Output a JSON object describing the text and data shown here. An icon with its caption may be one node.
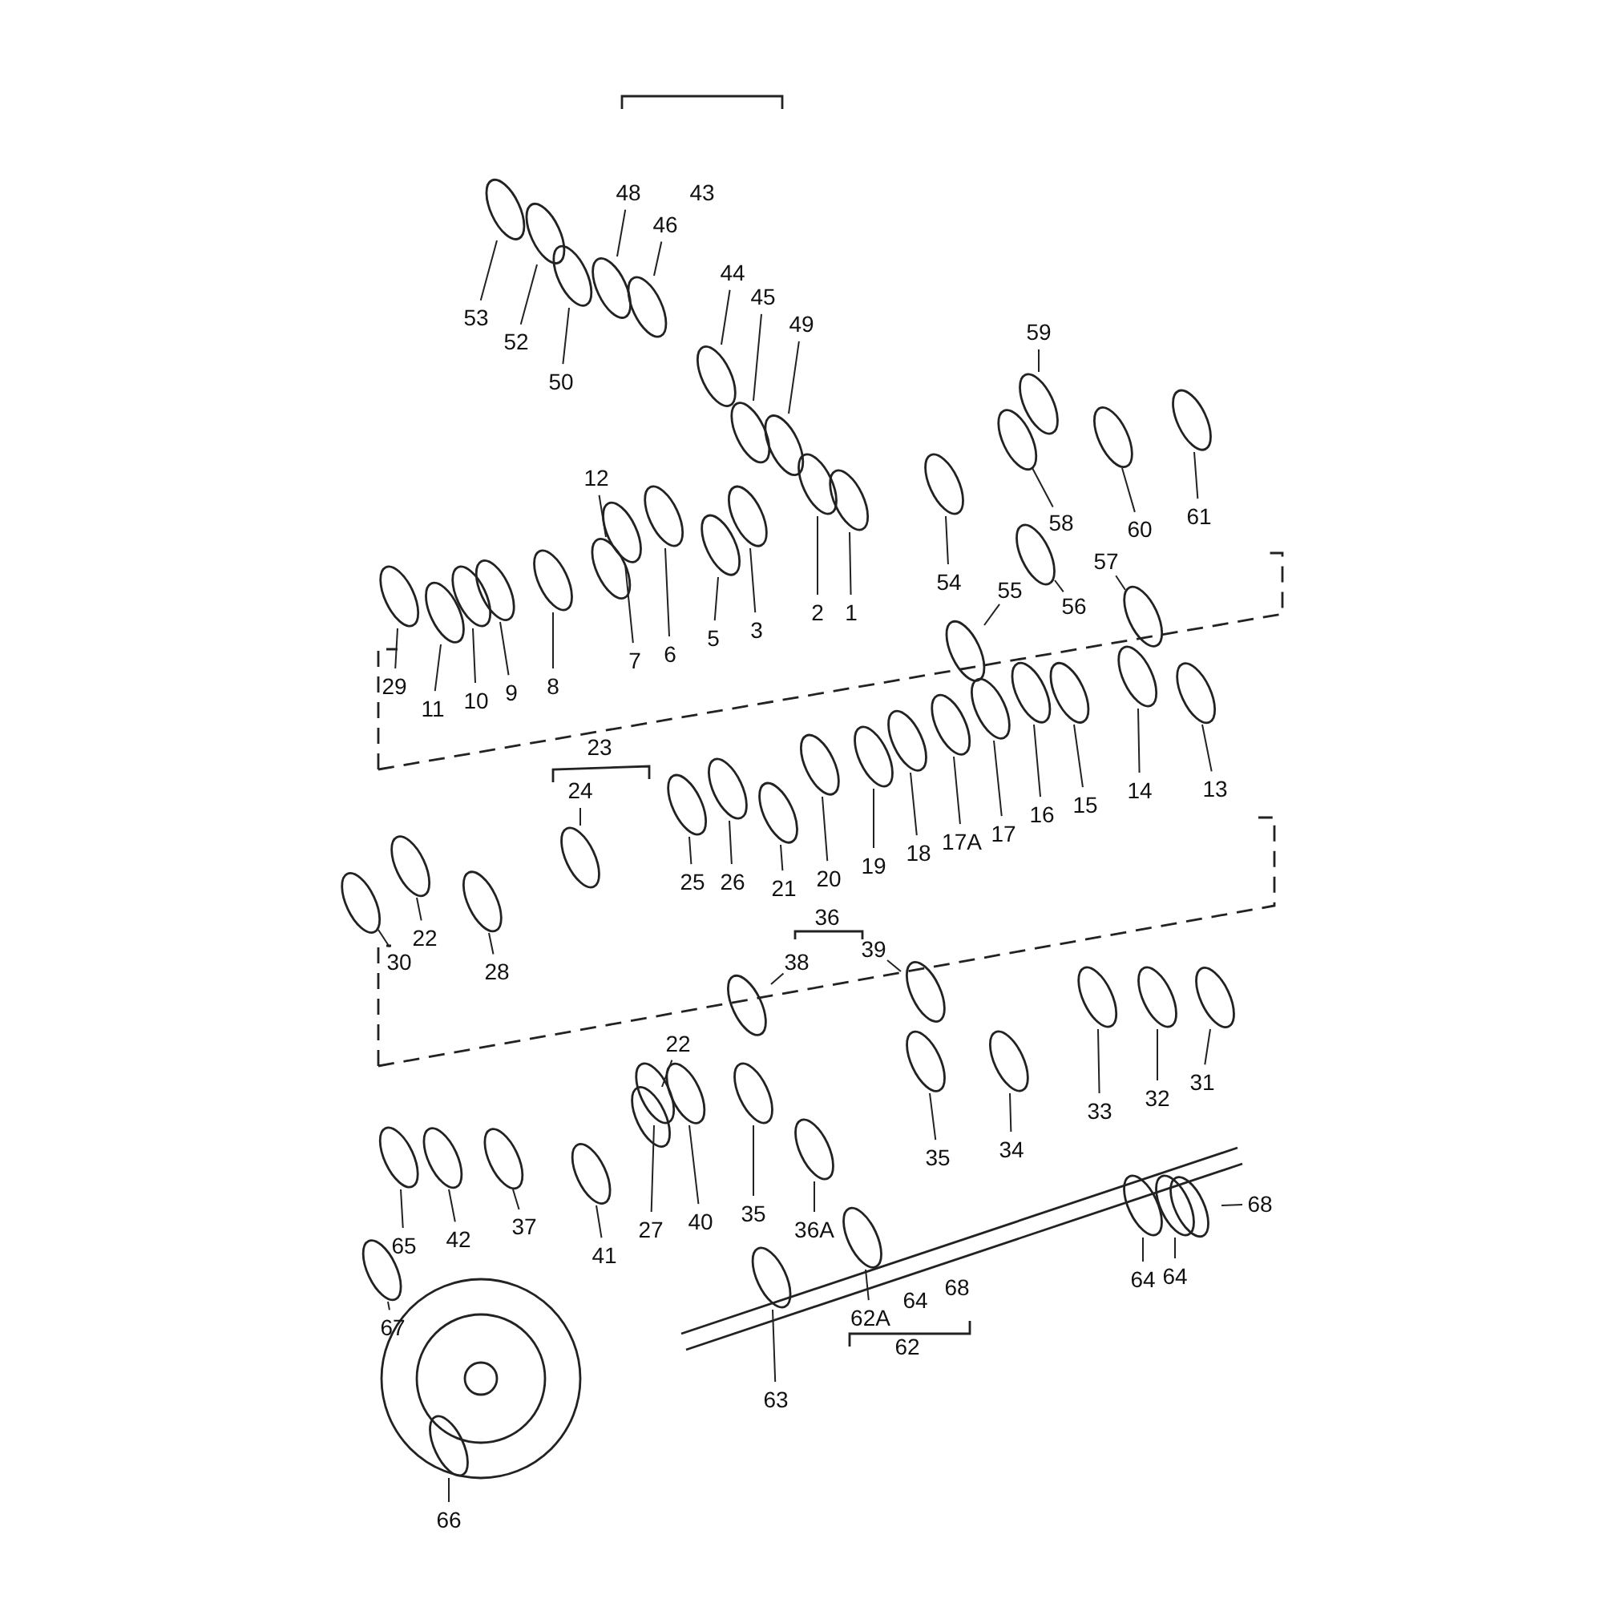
{
  "diagram": {
    "nodes": [
      {
        "text": [
          "48"
        ]
      },
      {
        "text": [
          "46"
        ]
      },
      {
        "text": [
          "44"
        ]
      },
      {
        "text": [
          "45"
        ]
      },
      {
        "text": [
          "53"
        ]
      },
      {
        "text": [
          "49"
        ]
      },
      {
        "text": [
          "59"
        ]
      },
      {
        "text": [
          "52"
        ]
      },
      {
        "text": [
          "50"
        ]
      },
      {
        "text": [
          "12"
        ]
      },
      {
        "text": [
          "61"
        ]
      },
      {
        "text": [
          "58"
        ]
      },
      {
        "text": [
          "60"
        ]
      },
      {
        "text": [
          "57"
        ]
      },
      {
        "text": [
          "54"
        ]
      },
      {
        "text": [
          "55"
        ]
      },
      {
        "text": [
          "56"
        ]
      },
      {
        "text": [
          "1"
        ]
      },
      {
        "text": [
          "2"
        ]
      },
      {
        "text": [
          "3"
        ]
      },
      {
        "text": [
          "5"
        ]
      },
      {
        "text": [
          "6"
        ]
      },
      {
        "text": [
          "7"
        ]
      },
      {
        "text": [
          "29"
        ]
      },
      {
        "text": [
          "8"
        ]
      },
      {
        "text": [
          "9"
        ]
      },
      {
        "text": [
          "10"
        ]
      },
      {
        "text": [
          "11"
        ]
      },
      {
        "text": [
          "13"
        ]
      },
      {
        "text": [
          "14"
        ]
      },
      {
        "text": [
          "24"
        ]
      },
      {
        "text": [
          "15"
        ]
      },
      {
        "text": [
          "16"
        ]
      },
      {
        "text": [
          "17"
        ]
      },
      {
        "text": [
          "17A"
        ]
      },
      {
        "text": [
          "18"
        ]
      },
      {
        "text": [
          "19"
        ]
      },
      {
        "text": [
          "20"
        ]
      },
      {
        "text": [
          "25"
        ]
      },
      {
        "text": [
          "26"
        ]
      },
      {
        "text": [
          "21"
        ]
      },
      {
        "text": [
          "22"
        ]
      },
      {
        "text": [
          "39"
        ]
      },
      {
        "text": [
          "38"
        ]
      },
      {
        "text": [
          "30"
        ]
      },
      {
        "text": [
          "28"
        ]
      },
      {
        "text": [
          "22"
        ]
      },
      {
        "text": [
          "31"
        ]
      },
      {
        "text": [
          "32"
        ]
      },
      {
        "text": [
          "33"
        ]
      },
      {
        "text": [
          "34"
        ]
      },
      {
        "text": [
          "35"
        ]
      },
      {
        "text": [
          "68"
        ]
      },
      {
        "text": [
          "35"
        ]
      },
      {
        "text": [
          "40"
        ]
      },
      {
        "text": [
          "27"
        ]
      },
      {
        "text": [
          "36A"
        ]
      },
      {
        "text": [
          "37"
        ]
      },
      {
        "text": [
          "42"
        ]
      },
      {
        "text": [
          "65"
        ]
      },
      {
        "text": [
          "41"
        ]
      },
      {
        "text": [
          "64"
        ]
      },
      {
        "text": [
          "64"
        ]
      },
      {
        "text": [
          "62A"
        ]
      },
      {
        "text": [
          "67"
        ]
      },
      {
        "text": [
          "63"
        ]
      },
      {
        "text": [
          "66"
        ]
      }
    ],
    "edges": [
      {
        "from": 0,
        "to": null,
        "arrow": "none"
      },
      {
        "from": 1,
        "to": null,
        "arrow": "none"
      },
      {
        "from": 2,
        "to": null,
        "arrow": "none"
      },
      {
        "from": 3,
        "to": null,
        "arrow": "none"
      },
      {
        "from": 4,
        "to": null,
        "arrow": "none"
      },
      {
        "from": 5,
        "to": null,
        "arrow": "none"
      },
      {
        "from": 6,
        "to": null,
        "arrow": "none"
      },
      {
        "from": 7,
        "to": null,
        "arrow": "none"
      },
      {
        "from": 8,
        "to": null,
        "arrow": "none"
      },
      {
        "from": 9,
        "to": null,
        "arrow": "none"
      },
      {
        "from": 10,
        "to": null,
        "arrow": "none"
      },
      {
        "from": 11,
        "to": null,
        "arrow": "none"
      },
      {
        "from": 12,
        "to": null,
        "arrow": "none"
      },
      {
        "from": 13,
        "to": null,
        "arrow": "none"
      },
      {
        "from": 14,
        "to": null,
        "arrow": "none"
      },
      {
        "from": 15,
        "to": null,
        "arrow": "none"
      },
      {
        "from": 16,
        "to": null,
        "arrow": "none"
      },
      {
        "from": 17,
        "to": null,
        "arrow": "none"
      },
      {
        "from": 18,
        "to": null,
        "arrow": "none"
      },
      {
        "from": 19,
        "to": null,
        "arrow": "none"
      },
      {
        "from": 20,
        "to": null,
        "arrow": "none"
      },
      {
        "from": 21,
        "to": null,
        "arrow": "none"
      },
      {
        "from": 22,
        "to": null,
        "arrow": "none"
      },
      {
        "from": 23,
        "to": null,
        "arrow": "none"
      },
      {
        "from": 24,
        "to": null,
        "arrow": "none"
      },
      {
        "from": 25,
        "to": null,
        "arrow": "none"
      },
      {
        "from": 26,
        "to": null,
        "arrow": "none"
      },
      {
        "from": 27,
        "to": null,
        "arrow": "none"
      },
      {
        "from": 28,
        "to": null,
        "arrow": "none"
      },
      {
        "from": 29,
        "to": null,
        "arrow": "none"
      },
      {
        "from": 30,
        "to": null,
        "arrow": "none"
      },
      {
        "from": 31,
        "to": null,
        "arrow": "none"
      },
      {
        "from": 32,
        "to": null,
        "arrow": "none"
      },
      {
        "from": 33,
        "to": null,
        "arrow": "none"
      },
      {
        "from": 34,
        "to": null,
        "arrow": "none"
      },
      {
        "from": 35,
        "to": null,
        "arrow": "none"
      },
      {
        "from": 36,
        "to": null,
        "arrow": "none"
      },
      {
        "from": 37,
        "to": null,
        "arrow": "none"
      },
      {
        "from": 38,
        "to": null,
        "arrow": "none"
      },
      {
        "from": 39,
        "to": null,
        "arrow": "none"
      },
      {
        "from": 40,
        "to": null,
        "arrow": "none"
      },
      {
        "from": 41,
        "to": null,
        "arrow": "none"
      },
      {
        "from": 42,
        "to": null,
        "arrow": "none"
      },
      {
        "from": 43,
        "to": null,
        "arrow": "none"
      },
      {
        "from": 44,
        "to": null,
        "arrow": "none"
      },
      {
        "from": 45,
        "to": null,
        "arrow": "none"
      },
      {
        "from": 46,
        "to": null,
        "arrow": "none"
      },
      {
        "from": 47,
        "to": null,
        "arrow": "none"
      },
      {
        "from": 48,
        "to": null,
        "arrow": "none"
      },
      {
        "from": 49,
        "to": null,
        "arrow": "none"
      },
      {
        "from": 50,
        "to": null,
        "arrow": "none"
      },
      {
        "from": 51,
        "to": null,
        "arrow": "none"
      },
      {
        "from": 52,
        "to": null,
        "arrow": "none"
      },
      {
        "from": 53,
        "to": null,
        "arrow": "none"
      },
      {
        "from": 54,
        "to": null,
        "arrow": "none"
      },
      {
        "from": 55,
        "to": null,
        "arrow": "none"
      },
      {
        "from": 56,
        "to": null,
        "arrow": "none"
      },
      {
        "from": 57,
        "to": null,
        "arrow": "none"
      },
      {
        "from": 58,
        "to": null,
        "arrow": "none"
      },
      {
        "from": 59,
        "to": null,
        "arrow": "none"
      },
      {
        "from": 60,
        "to": null,
        "arrow": "none"
      },
      {
        "from": 61,
        "to": null,
        "arrow": "none"
      },
      {
        "from": 62,
        "to": null,
        "arrow": "none"
      },
      {
        "from": 63,
        "to": null,
        "arrow": "none"
      },
      {
        "from": 64,
        "to": null,
        "arrow": "none"
      },
      {
        "from": 65,
        "to": null,
        "arrow": "none"
      },
      {
        "from": 66,
        "to": null,
        "arrow": "none"
      }
    ],
    "labels": [
      "43",
      "23",
      "36",
      "64",
      "68",
      "62"
    ]
  }
}
